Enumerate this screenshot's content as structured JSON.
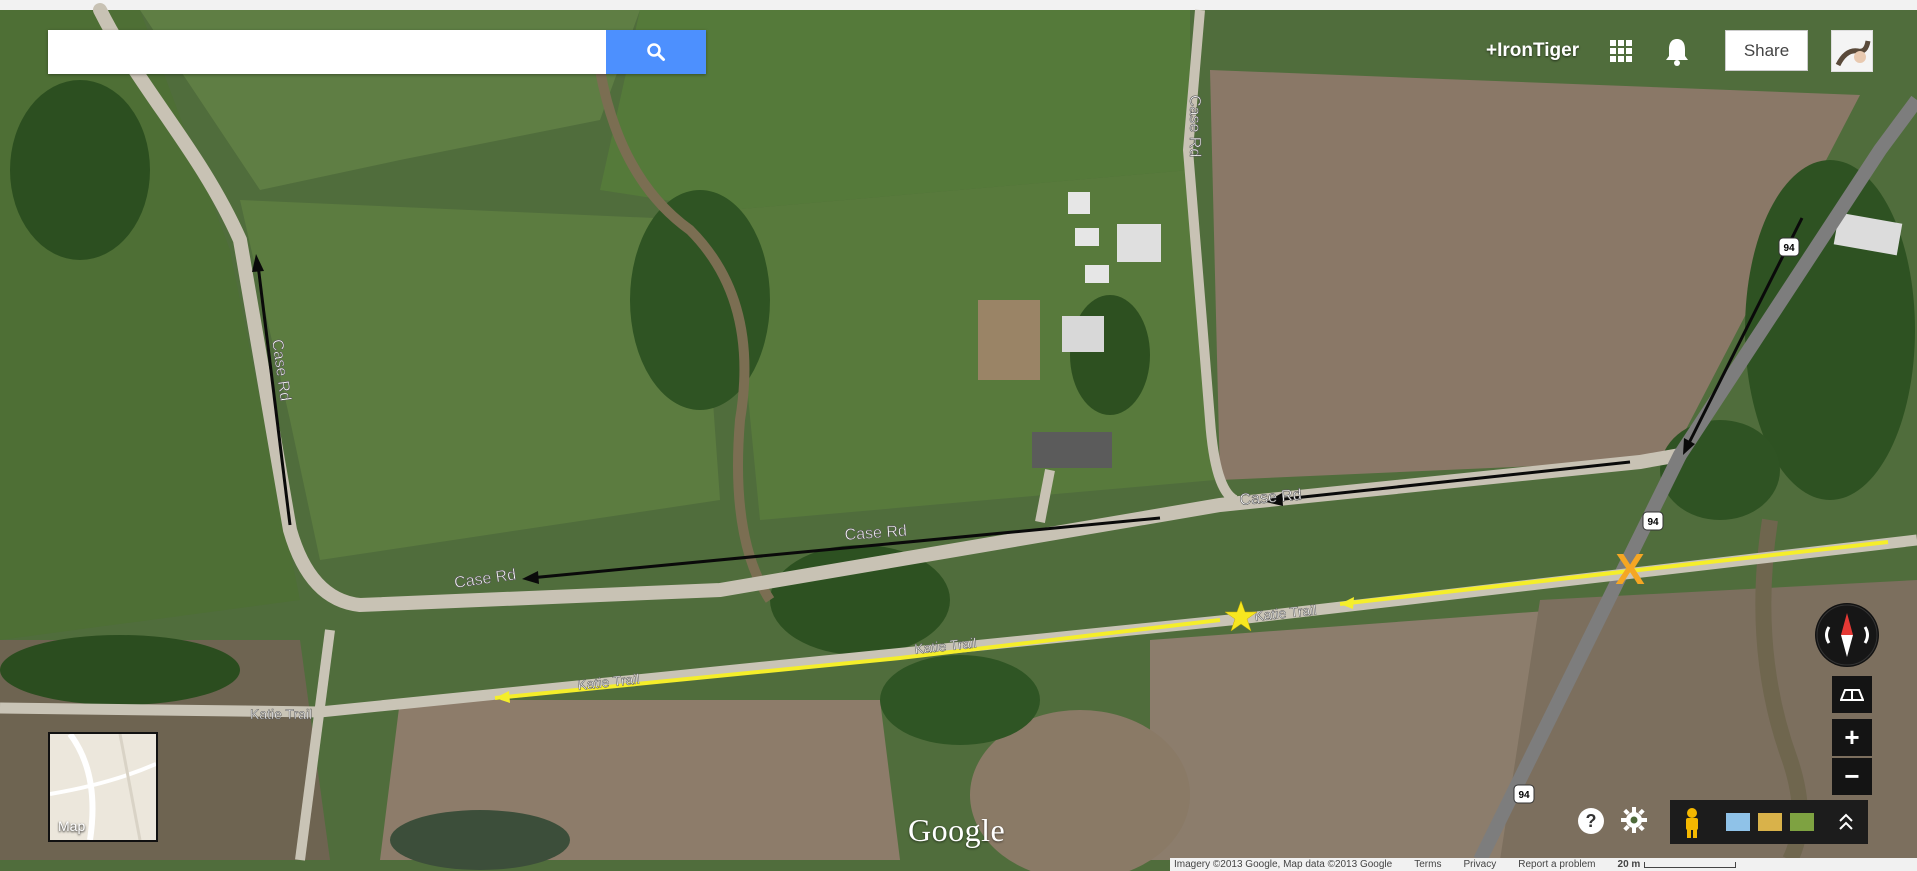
{
  "search": {
    "placeholder": "",
    "value": ""
  },
  "header": {
    "user_name": "+IronTiger",
    "share_label": "Share"
  },
  "map": {
    "road_labels": [
      {
        "text": "Case Rd"
      },
      {
        "text": "Case Rd"
      },
      {
        "text": "Case Rd"
      },
      {
        "text": "Case Rd"
      },
      {
        "text": "Case Rd"
      },
      {
        "text": "Katie Trail"
      },
      {
        "text": "Katie Trail"
      },
      {
        "text": "Katie Trail"
      },
      {
        "text": "Katie Trail"
      }
    ],
    "route_shields": [
      "94",
      "94",
      "94"
    ],
    "markers": [
      {
        "type": "star",
        "color": "#f7e720"
      },
      {
        "type": "x",
        "label": "X",
        "color": "#f5a623"
      }
    ],
    "colors": {
      "trail": "#f5ee2a",
      "arrow": "#0a0a0a",
      "accent": "#4d90fe"
    }
  },
  "thumbnail": {
    "label": "Map"
  },
  "branding": {
    "logo": "Google"
  },
  "footer": {
    "imagery": "Imagery ©2013 Google, Map data ©2013 Google",
    "terms": "Terms",
    "privacy": "Privacy",
    "report": "Report a problem",
    "scale": "20 m"
  },
  "controls": {
    "zoom_in": "+",
    "zoom_out": "−",
    "help": "?"
  }
}
